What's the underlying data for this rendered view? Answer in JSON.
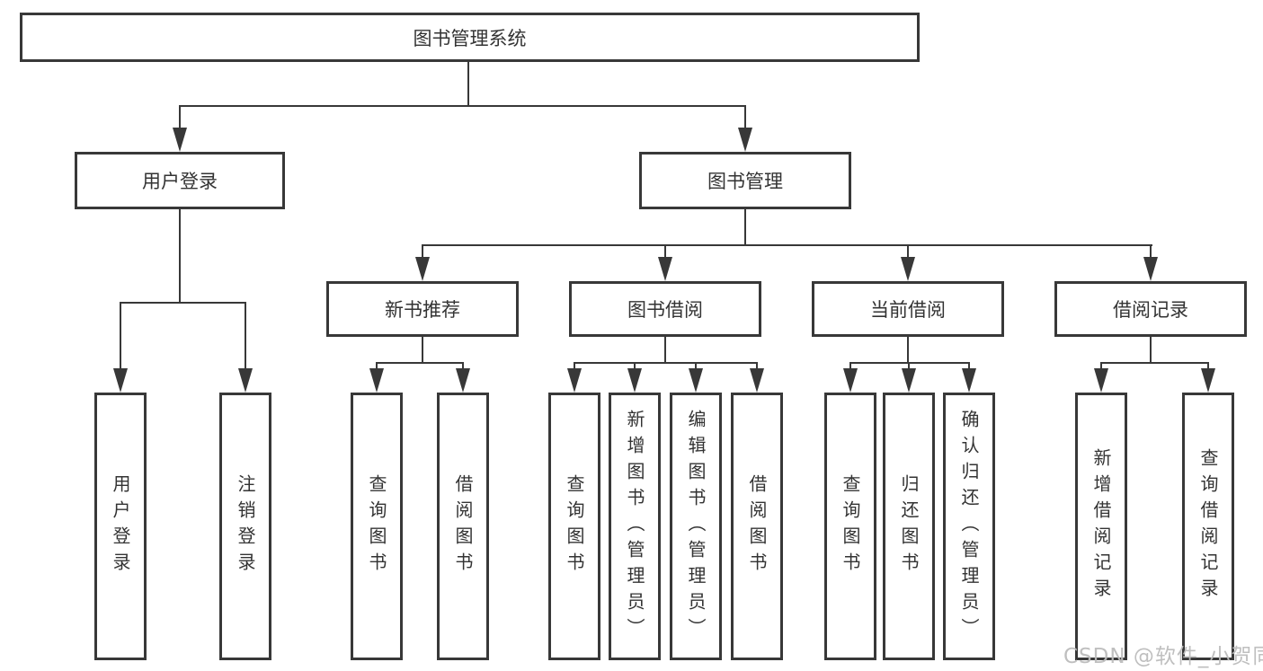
{
  "colors": {
    "background": "#ffffff",
    "line": "#383838",
    "text": "#333333",
    "watermark": "#bcbcbc"
  },
  "root": {
    "label": "图书管理系统"
  },
  "level2": [
    {
      "label": "用户登录"
    },
    {
      "label": "图书管理"
    }
  ],
  "level3": [
    {
      "label": "新书推荐",
      "parent": "图书管理"
    },
    {
      "label": "图书借阅",
      "parent": "图书管理"
    },
    {
      "label": "当前借阅",
      "parent": "图书管理"
    },
    {
      "label": "借阅记录",
      "parent": "图书管理"
    }
  ],
  "leaves": [
    {
      "label": "用户登录",
      "parent": "用户登录"
    },
    {
      "label": "注销登录",
      "parent": "用户登录"
    },
    {
      "label": "查询图书",
      "parent": "新书推荐"
    },
    {
      "label": "借阅图书",
      "parent": "新书推荐"
    },
    {
      "label": "查询图书",
      "parent": "图书借阅"
    },
    {
      "label": "新增图书（管理员）",
      "parent": "图书借阅"
    },
    {
      "label": "编辑图书（管理员）",
      "parent": "图书借阅"
    },
    {
      "label": "借阅图书",
      "parent": "图书借阅"
    },
    {
      "label": "查询图书",
      "parent": "当前借阅"
    },
    {
      "label": "归还图书",
      "parent": "当前借阅"
    },
    {
      "label": "确认归还（管理员）",
      "parent": "当前借阅"
    },
    {
      "label": "新增借阅记录",
      "parent": "借阅记录"
    },
    {
      "label": "查询借阅记录",
      "parent": "借阅记录"
    }
  ],
  "watermark": {
    "text": "CSDN @软件_小贺同学"
  }
}
